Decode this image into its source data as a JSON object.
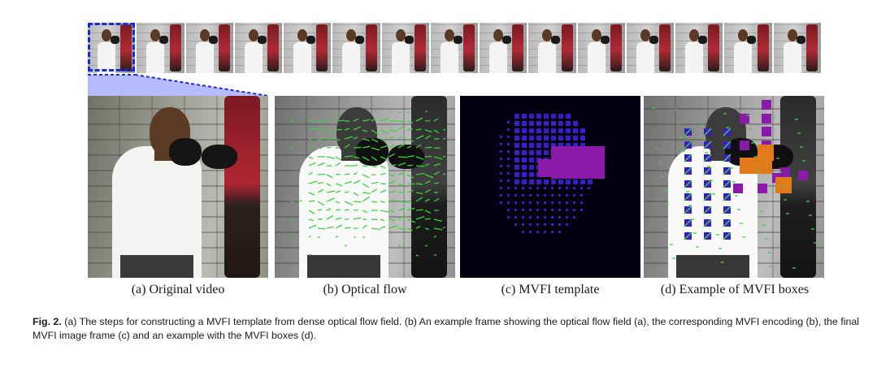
{
  "figure": {
    "panels": [
      {
        "id": "a",
        "caption": "(a) Original video"
      },
      {
        "id": "b",
        "caption": "(b) Optical flow"
      },
      {
        "id": "c",
        "caption": "(c) MVFI template"
      },
      {
        "id": "d",
        "caption": "(d) Example of MVFI boxes"
      }
    ],
    "figure_label": "Fig. 2.",
    "figure_caption": "(a) The steps for constructing a MVFI template from dense optical flow field. (b) An example frame showing the optical flow field (a), the corresponding MVFI encoding (b), the final MVFI image frame (c) and an example with the MVFI boxes (d).",
    "strip_frame_count": 15,
    "colors": {
      "selection": "#1a2bd8",
      "flow_vectors": "#3cd23c",
      "mvfi_blue": "#3a1cc8",
      "mvfi_purple": "#8a1aa8",
      "mvfi_orange": "#e07a1a"
    }
  }
}
